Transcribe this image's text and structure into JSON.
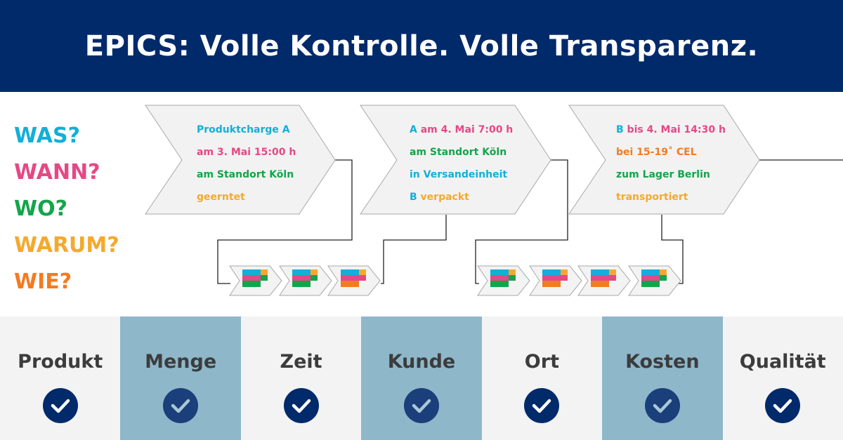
{
  "header": {
    "title": "EPICS: Volle Kontrolle. Volle Transparenz."
  },
  "colors": {
    "navy": "#012a6b",
    "was": "#13afd8",
    "wann": "#e54886",
    "wo": "#13a54a",
    "warum": "#f4a92e",
    "wie": "#f47b20",
    "shaded": "#8fb7ca",
    "light": "#f3f3f3"
  },
  "questions": [
    {
      "text": "WAS?",
      "color": "#13afd8"
    },
    {
      "text": "WANN?",
      "color": "#e54886"
    },
    {
      "text": "WO?",
      "color": "#13a54a"
    },
    {
      "text": "WARUM?",
      "color": "#f4a92e"
    },
    {
      "text": "WIE?",
      "color": "#f47b20"
    }
  ],
  "events": [
    {
      "lines": [
        {
          "parts": [
            {
              "text": "Produktcharge A",
              "color": "#13afd8"
            }
          ]
        },
        {
          "parts": [
            {
              "text": "am 3. Mai 15:00 h",
              "color": "#e54886"
            }
          ]
        },
        {
          "parts": [
            {
              "text": "am Standort Köln",
              "color": "#13a54a"
            }
          ]
        },
        {
          "parts": [
            {
              "text": "geerntet",
              "color": "#f4a92e"
            }
          ]
        }
      ]
    },
    {
      "lines": [
        {
          "parts": [
            {
              "text": "A ",
              "color": "#13afd8"
            },
            {
              "text": "am 4. Mai 7:00 h",
              "color": "#e54886"
            }
          ]
        },
        {
          "parts": [
            {
              "text": "am Standort Köln",
              "color": "#13a54a"
            }
          ]
        },
        {
          "parts": [
            {
              "text": "in Versandeinheit",
              "color": "#13afd8"
            }
          ]
        },
        {
          "parts": [
            {
              "text": "B ",
              "color": "#13afd8"
            },
            {
              "text": "verpackt",
              "color": "#f4a92e"
            }
          ]
        }
      ]
    },
    {
      "lines": [
        {
          "parts": [
            {
              "text": "B ",
              "color": "#13afd8"
            },
            {
              "text": "bis 4. Mai 14:30 h",
              "color": "#e54886"
            }
          ]
        },
        {
          "parts": [
            {
              "text": "bei 15-19˚ CEL",
              "color": "#f47b20"
            }
          ]
        },
        {
          "parts": [
            {
              "text": "zum Lager Berlin",
              "color": "#13a54a"
            }
          ]
        },
        {
          "parts": [
            {
              "text": "transportiert",
              "color": "#f4a92e"
            }
          ]
        }
      ]
    }
  ],
  "mini_groups": [
    [
      [
        "#13afd8",
        "#f4a92e",
        "#e54886",
        "#13a54a"
      ],
      [
        "#13afd8",
        "#f4a92e",
        "#e54886",
        "#13a54a"
      ],
      [
        "#13afd8",
        "#f4a92e",
        "#e54886",
        "#f47b20"
      ]
    ],
    [
      [
        "#13afd8",
        "#f4a92e",
        "#e54886",
        "#13a54a"
      ],
      [
        "#13afd8",
        "#f4a92e",
        "#e54886",
        "#f47b20"
      ],
      [
        "#13afd8",
        "#f4a92e",
        "#e54886",
        "#f47b20"
      ],
      [
        "#13afd8",
        "#f4a92e",
        "#e54886",
        "#13a54a"
      ]
    ]
  ],
  "categories": [
    {
      "label": "Produkt",
      "shaded": false
    },
    {
      "label": "Menge",
      "shaded": true
    },
    {
      "label": "Zeit",
      "shaded": false
    },
    {
      "label": "Kunde",
      "shaded": true
    },
    {
      "label": "Ort",
      "shaded": false
    },
    {
      "label": "Kosten",
      "shaded": true
    },
    {
      "label": "Qualität",
      "shaded": false
    }
  ]
}
